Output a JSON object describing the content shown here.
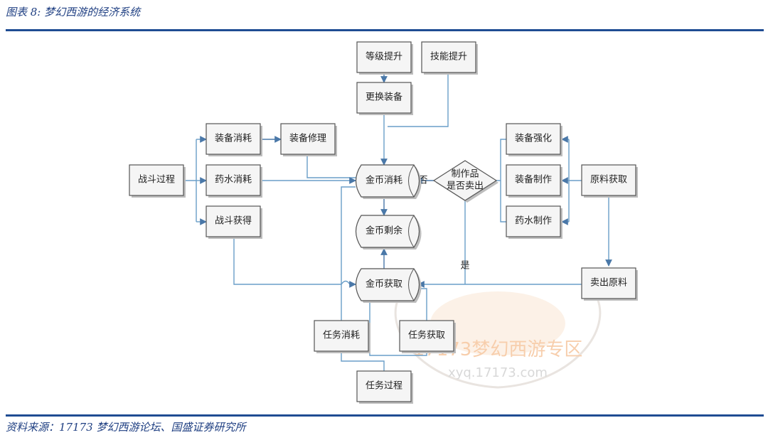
{
  "figure": {
    "title": "图表 8: 梦幻西游的经济系统",
    "source": "资料来源：17173 梦幻西游论坛、国盛证券研究所"
  },
  "nodes": {
    "dengji": "等级提升",
    "jineng": "技能提升",
    "genghuan": "更换装备",
    "zb_xiaohao": "装备消耗",
    "zb_xiuli": "装备修理",
    "zhandou": "战斗过程",
    "yaoshui_xiaohao": "药水消耗",
    "zd_huode": "战斗获得",
    "jb_xiaohao": "金币消耗",
    "jb_shengyu": "金币剩余",
    "jb_huoqu": "金币获取",
    "decision": "制作品是否卖出",
    "decision_l1": "制作品",
    "decision_l2": "是否卖出",
    "zb_qianghua": "装备强化",
    "zb_zhizuo": "装备制作",
    "ys_zhizuo": "药水制作",
    "yl_huoqu": "原料获取",
    "maichu_yl": "卖出原料",
    "rw_xiaohao": "任务消耗",
    "rw_huoqu": "任务获取",
    "rw_guocheng": "任务过程"
  },
  "edge_labels": {
    "no": "否",
    "yes": "是"
  },
  "watermark": {
    "line1": "17173梦幻西游专区",
    "line2": "xyq.17173.com"
  },
  "colors": {
    "accent": "#1f4c93",
    "edge": "#6a9ec8"
  }
}
